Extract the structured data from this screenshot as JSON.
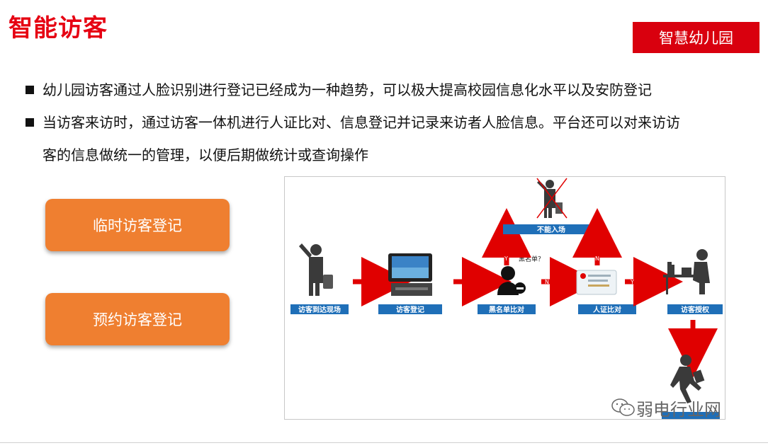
{
  "title": "智能访客",
  "tag": "智慧幼儿园",
  "bullets": [
    "幼儿园访客通过人脸识别进行登记已经成为一种趋势，可以极大提高校园信息化水平以及安防登记",
    "当访客来访时，通过访客一体机进行人证比对、信息登记并记录来访者人脸信息。平台还可以对来访访",
    "客的信息做统一的管理，以便后期做统计或查询操作"
  ],
  "buttons": {
    "temp": "临时访客登记",
    "reserve": "预约访客登记"
  },
  "flow": {
    "steps": [
      "访客到达现场",
      "访客登记",
      "黑名单比对",
      "人证比对",
      "访客授权"
    ],
    "deny": "不能入场",
    "blacklist_q": "黑名单？",
    "y": "Y",
    "n": "N"
  },
  "watermark": "弱电行业网",
  "colors": {
    "brand_red": "#e60012",
    "tag_red": "#d9000e",
    "orange": "#ef7f30",
    "flow_blue": "#1f6fb8",
    "arrow_red": "#e00000"
  }
}
